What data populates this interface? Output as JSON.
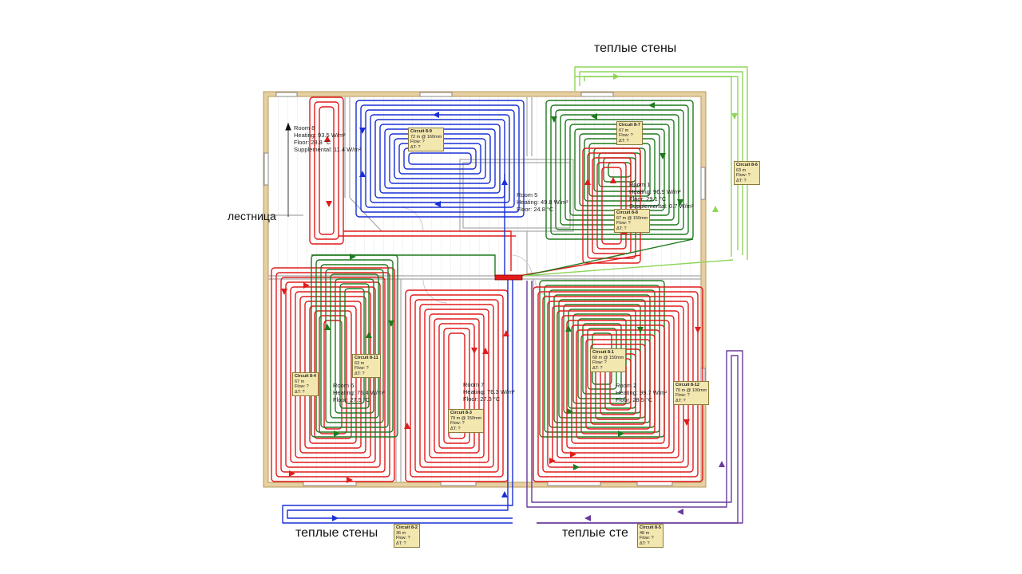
{
  "labels": {
    "warm_walls_top": "теплые стены",
    "warm_walls_bottom_left": "теплые стены",
    "warm_walls_bottom_right": "теплые сте",
    "stairs": "лестница"
  },
  "rooms": [
    {
      "id": "room-8",
      "name": "Room 8",
      "heating": "Heating: 93.5 W/m²",
      "floor": "Floor: 28.8 °C",
      "extra": "Supplemental: 11.4 W/m²"
    },
    {
      "id": "room-5",
      "name": "Room 5",
      "heating": "Heating: 49.8 W/m²",
      "floor": "Floor: 24.8 °C",
      "extra": ""
    },
    {
      "id": "room-1",
      "name": "Room 1",
      "heating": "Heating: 96.9 W/m²",
      "floor": "Floor: 29.1 °C",
      "extra": "Supplemental: 0.7 W/m²"
    },
    {
      "id": "room-6",
      "name": "Room 6",
      "heating": "Heating: 76.4 W/m²",
      "floor": "Floor: 27.5 °C",
      "extra": ""
    },
    {
      "id": "room-7",
      "name": "Room 7",
      "heating": "Heating: 76.3 W/m²",
      "floor": "Floor: 27.3 °C",
      "extra": ""
    },
    {
      "id": "room-2",
      "name": "Room 2",
      "heating": "Heating: 99.7 W/m²",
      "floor": "Floor: 28.5 °C",
      "extra": ""
    }
  ],
  "circuits": [
    {
      "id": "c9",
      "name": "Circuit 8-9",
      "len": "72 m @ 160mm",
      "flow": "Flow: ?",
      "dt": "ΔT: ?"
    },
    {
      "id": "c7",
      "name": "Circuit 8-7",
      "len": "67 m",
      "flow": "Flow: ?",
      "dt": "ΔT: ?"
    },
    {
      "id": "c6",
      "name": "Circuit 8-6",
      "len": "63 m",
      "flow": "Flow: ?",
      "dt": "ΔT: ?"
    },
    {
      "id": "c8",
      "name": "Circuit 8-8",
      "len": "67 m @ 150mm",
      "flow": "Flow: ?",
      "dt": "ΔT: ?"
    },
    {
      "id": "c11",
      "name": "Circuit 8-11",
      "len": "63 m",
      "flow": "Flow: ?",
      "dt": "ΔT: ?"
    },
    {
      "id": "c4",
      "name": "Circuit 8-4",
      "len": "67 m",
      "flow": "Flow: ?",
      "dt": "ΔT: ?"
    },
    {
      "id": "c3",
      "name": "Circuit 8-3",
      "len": "79 m @ 150mm",
      "flow": "Flow: ?",
      "dt": "ΔT: ?"
    },
    {
      "id": "c1",
      "name": "Circuit 8-1",
      "len": "68 m @ 150mm",
      "flow": "Flow: ?",
      "dt": "ΔT: ?"
    },
    {
      "id": "c12",
      "name": "Circuit 8-12",
      "len": "70 m @ 100mm",
      "flow": "Flow: ?",
      "dt": "ΔT: ?"
    },
    {
      "id": "c2",
      "name": "Circuit 8-2",
      "len": "36 m",
      "flow": "Flow: ?",
      "dt": "ΔT: ?"
    },
    {
      "id": "c5",
      "name": "Circuit 8-5",
      "len": "48 m",
      "flow": "Flow: ?",
      "dt": "ΔT: ?"
    }
  ],
  "colors": {
    "red": "#e01b1b",
    "green": "#1f7a1f",
    "blue": "#1a2fd6",
    "light_green": "#8fd65a",
    "purple": "#6a3a9a",
    "wall": "#e6cfa0",
    "wall_edge": "#b9985e",
    "grid": "#cfcfcf"
  }
}
